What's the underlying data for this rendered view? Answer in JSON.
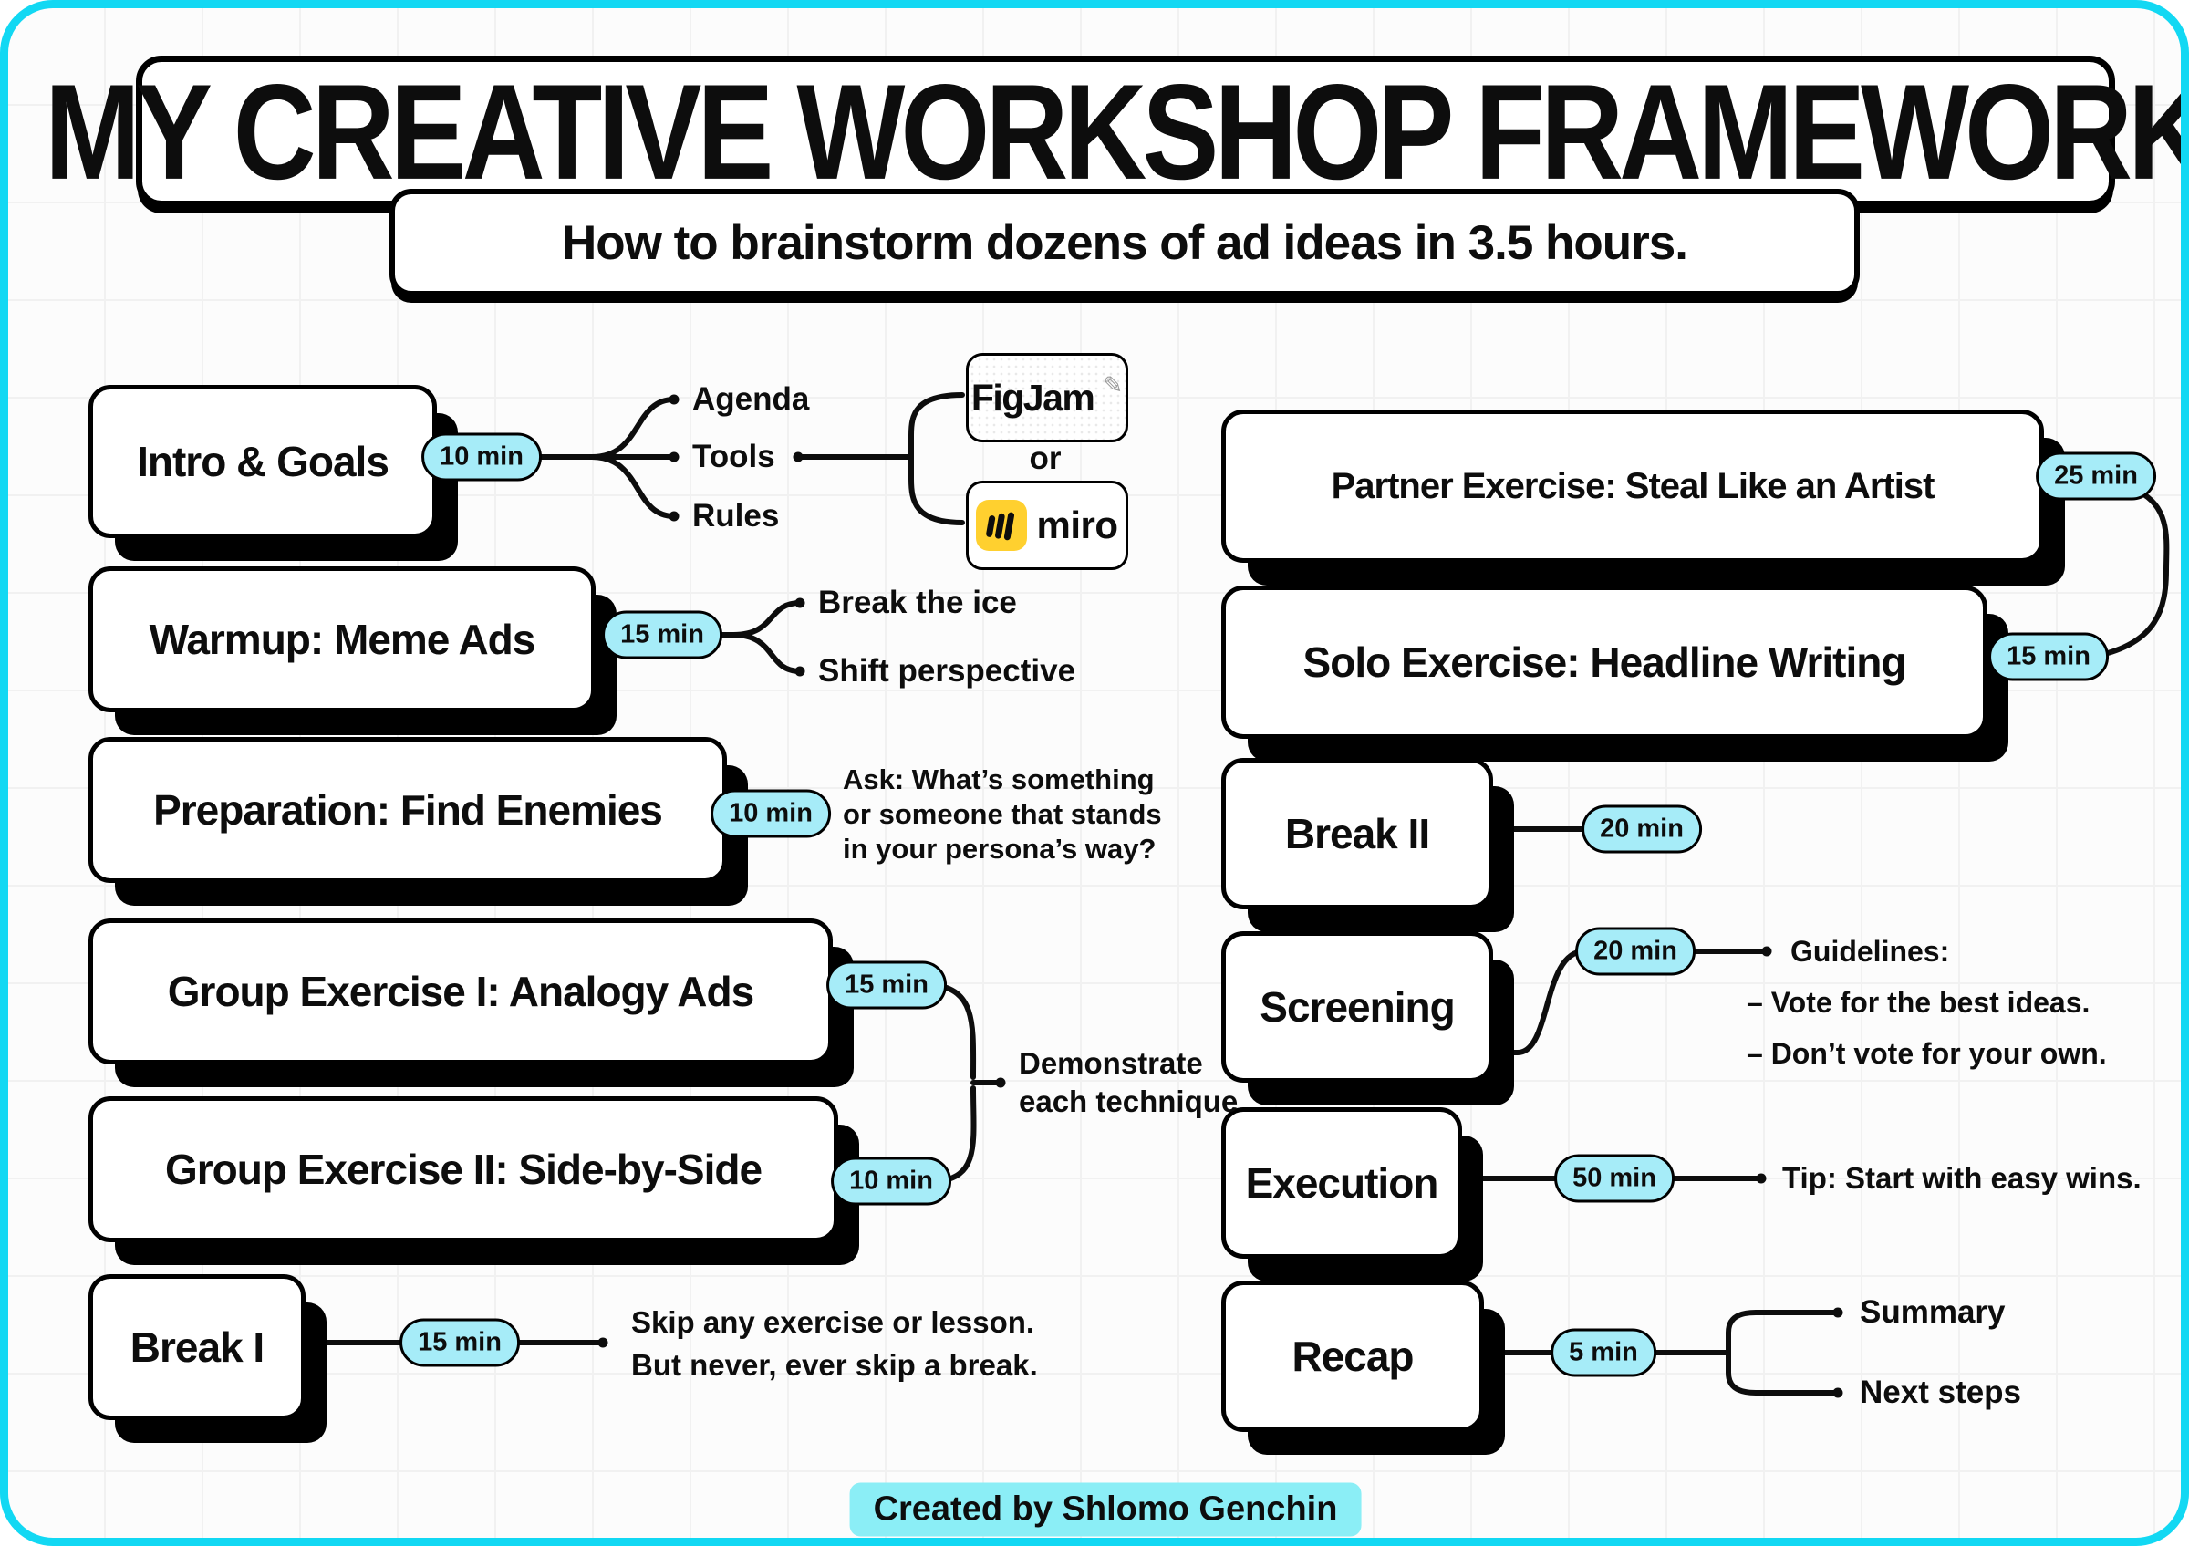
{
  "header": {
    "title": "MY CREATIVE WORKSHOP FRAMEWORK",
    "subtitle": "How to brainstorm dozens of ad ideas in 3.5 hours."
  },
  "colors": {
    "canvas_border": "#12d8f3",
    "badge_fill": "#a6ecf8",
    "credit_fill": "#8beef6",
    "miro_yellow": "#ffd02f",
    "ink": "#0d0d0d"
  },
  "left": {
    "intro": {
      "title": "Intro & Goals",
      "duration": "10 min",
      "branches": [
        "Agenda",
        "Tools",
        "Rules"
      ]
    },
    "tool_options": {
      "figjam": "FigJam",
      "or_label": "or",
      "miro": "miro"
    },
    "warmup": {
      "title": "Warmup: Meme Ads",
      "duration": "15 min",
      "branches": [
        "Break the ice",
        "Shift perspective"
      ]
    },
    "preparation": {
      "title": "Preparation: Find Enemies",
      "duration": "10 min",
      "note_lines": [
        "Ask: What’s something",
        "or someone that stands",
        "in your persona’s way?"
      ]
    },
    "group1": {
      "title": "Group Exercise I: Analogy Ads",
      "duration": "15 min"
    },
    "group2": {
      "title": "Group Exercise II: Side-by-Side",
      "duration": "10 min"
    },
    "group_note_lines": [
      "Demonstrate",
      "each technique"
    ],
    "break1": {
      "title": "Break I",
      "duration": "15 min",
      "note_lines": [
        "Skip any exercise or lesson.",
        "But never, ever skip a break."
      ]
    }
  },
  "right": {
    "partner": {
      "title": "Partner Exercise: Steal Like an Artist",
      "duration": "25 min"
    },
    "solo": {
      "title": "Solo Exercise: Headline Writing",
      "duration": "15 min"
    },
    "break2": {
      "title": "Break II",
      "duration": "20 min"
    },
    "screening": {
      "title": "Screening",
      "duration": "20 min",
      "note_lines": [
        "Guidelines:",
        "– Vote for the best ideas.",
        "– Don’t vote for your own."
      ]
    },
    "execution": {
      "title": "Execution",
      "duration": "50 min",
      "note": "Tip: Start with easy wins."
    },
    "recap": {
      "title": "Recap",
      "duration": "5 min",
      "branches": [
        "Summary",
        "Next steps"
      ]
    }
  },
  "footer": {
    "credit": "Created by Shlomo Genchin"
  }
}
